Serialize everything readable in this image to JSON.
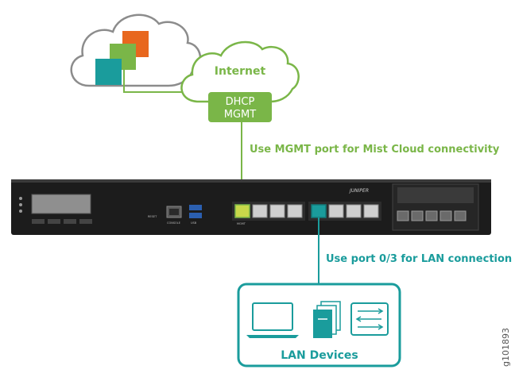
{
  "internet": {
    "label": "Internet"
  },
  "dhcp_box": {
    "line1": "DHCP",
    "line2": "MGMT"
  },
  "annotations": {
    "mgmt": "Use MGMT port for Mist Cloud connectivity",
    "lan": "Use port 0/3 for LAN connection"
  },
  "lan_devices": {
    "label": "LAN Devices"
  },
  "figure_id": "g101893",
  "device": {
    "brand": "JUNIPER",
    "port_labels": {
      "reset": "RESET",
      "console": "CONSOLE",
      "usb": "USB",
      "mgmt": "MGMT"
    }
  },
  "colors": {
    "green": "#7AB648",
    "teal": "#1A9C9C",
    "cloud_outline": "#8C8C8C",
    "orange": "#E8671E",
    "chassis": "#1c1c1c"
  }
}
